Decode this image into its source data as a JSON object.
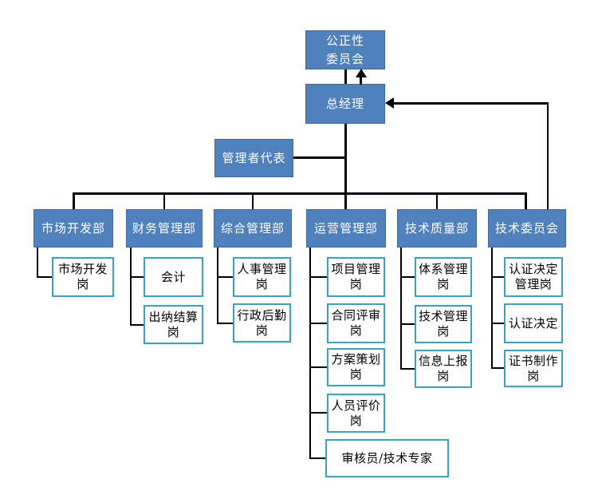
{
  "diagram": {
    "type": "org-chart",
    "impartiality_committee": {
      "lines": [
        "公正性",
        "委员会"
      ]
    },
    "general_manager": {
      "label": "总经理"
    },
    "management_representative": {
      "label": "管理者代表"
    },
    "departments": [
      {
        "label": "市场开发部",
        "positions": [
          "市场开发岗"
        ]
      },
      {
        "label": "财务管理部",
        "positions": [
          "会计",
          "出纳结算岗"
        ]
      },
      {
        "label": "综合管理部",
        "positions": [
          "人事管理岗",
          "行政后勤岗"
        ]
      },
      {
        "label": "运营管理部",
        "positions": [
          "项目管理岗",
          "合同评审岗",
          "方案策划岗",
          "人员评价岗",
          "审核员/技术专家"
        ]
      },
      {
        "label": "技术质量部",
        "positions": [
          "体系管理岗",
          "技术管理岗",
          "信息上报岗"
        ]
      },
      {
        "label": "技术委员会",
        "positions": [
          "认证决定管理岗",
          "认证决定",
          "证书制作岗"
        ]
      }
    ],
    "colors": {
      "node_fill": "#4F81BD",
      "node_border": "#3A6BA5",
      "node_text": "#FFFFFF",
      "position_fill": "#FFFFFF",
      "position_border": "#35A3C6",
      "position_text": "#000000",
      "connector": "#000000",
      "background": "#FFFFFF"
    }
  }
}
